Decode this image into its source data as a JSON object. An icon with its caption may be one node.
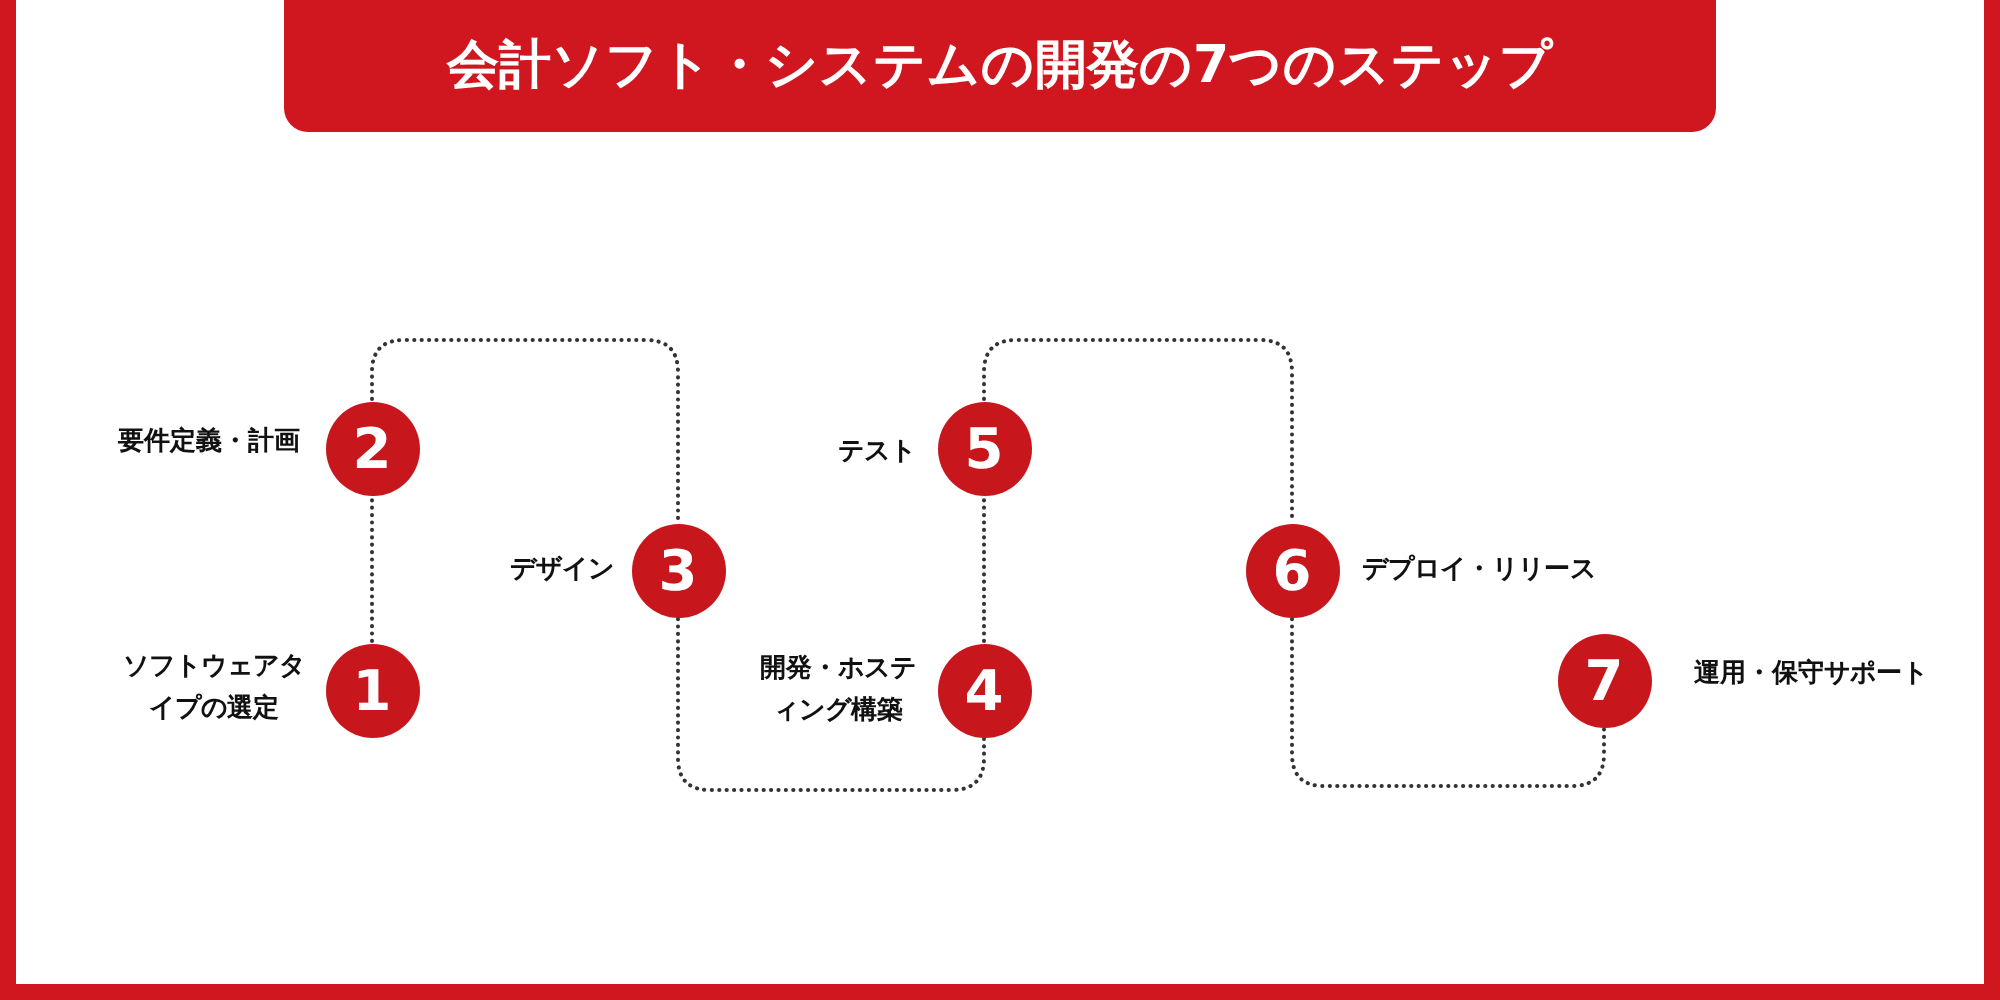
{
  "diagram": {
    "title": "会計ソフト・システムの開発の7つのステップ",
    "nodes": [
      {
        "text": [
          "1"
        ],
        "beside": [
          "ソフトウェアタイプの選定"
        ]
      },
      {
        "text": [
          "2"
        ],
        "beside": [
          "要件定義・計画"
        ]
      },
      {
        "text": [
          "3"
        ],
        "beside": [
          "デザイン"
        ]
      },
      {
        "text": [
          "4"
        ],
        "beside": [
          "開発・ホスティング構築"
        ]
      },
      {
        "text": [
          "5"
        ],
        "beside": [
          "テスト"
        ]
      },
      {
        "text": [
          "6"
        ],
        "beside": [
          "デプロイ・リリース"
        ]
      },
      {
        "text": [
          "7"
        ],
        "beside": [
          "運用・保守サポート"
        ]
      }
    ],
    "edges": [
      {
        "from": 0,
        "to": 1,
        "arrow": "none",
        "style": "dashed"
      },
      {
        "from": 1,
        "to": 2,
        "arrow": "none",
        "style": "dashed"
      },
      {
        "from": 2,
        "to": 3,
        "arrow": "none",
        "style": "dashed"
      },
      {
        "from": 3,
        "to": 4,
        "arrow": "none",
        "style": "dashed"
      },
      {
        "from": 4,
        "to": 5,
        "arrow": "none",
        "style": "dashed"
      },
      {
        "from": 5,
        "to": 6,
        "arrow": "none",
        "style": "dashed"
      }
    ]
  }
}
